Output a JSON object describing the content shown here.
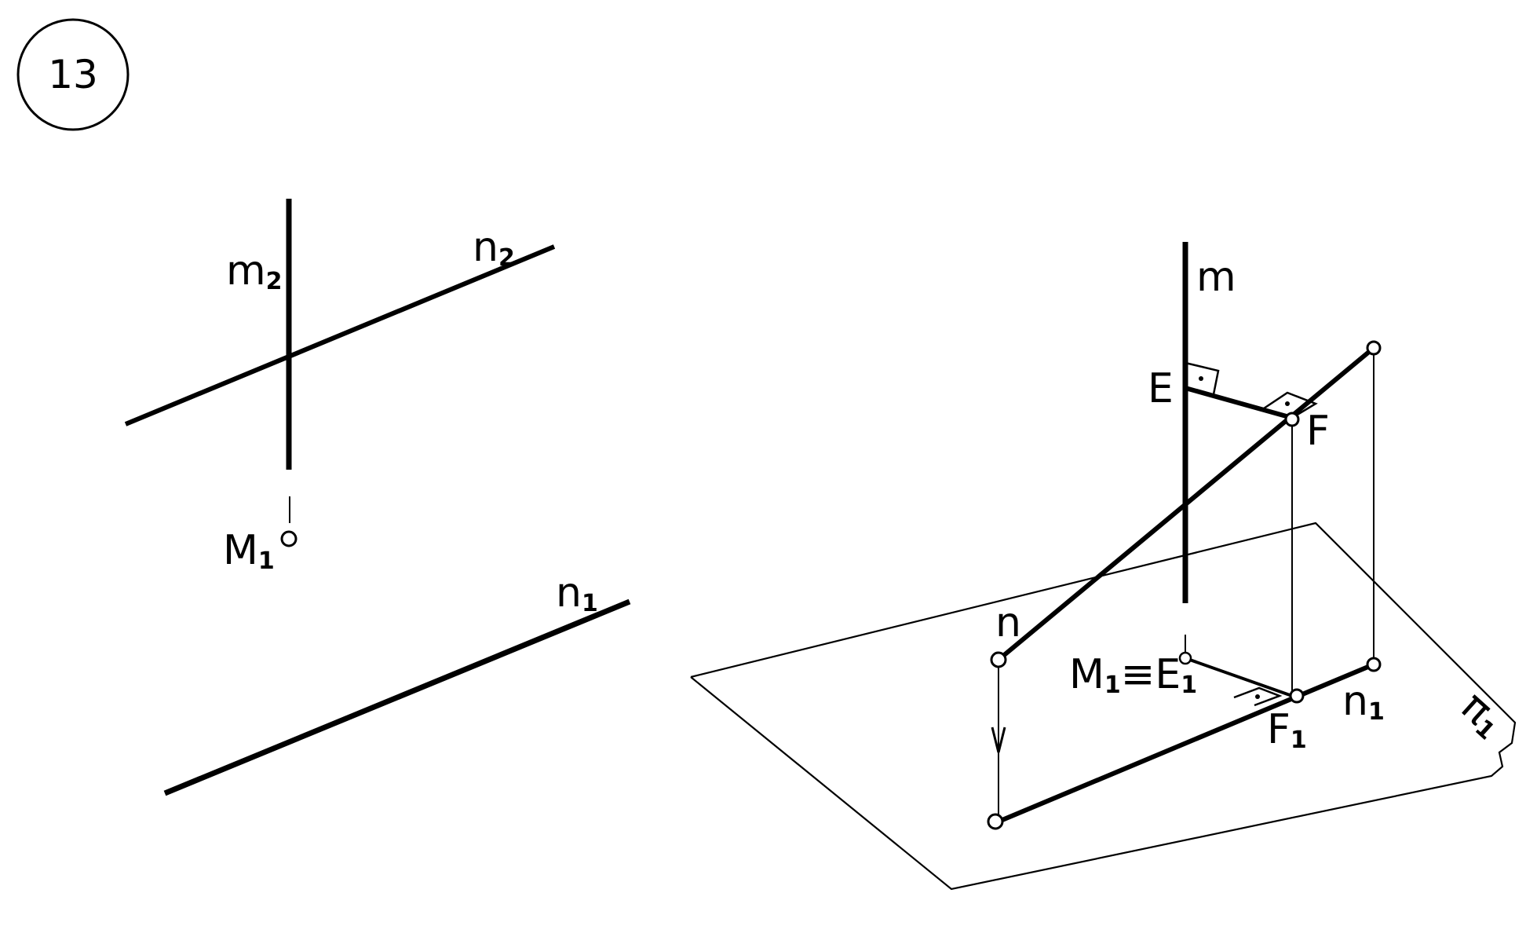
{
  "figure": {
    "number": "13"
  },
  "left_view": {
    "m2": {
      "letter": "m",
      "sub": "2"
    },
    "n2": {
      "letter": "n",
      "sub": "2"
    },
    "M1": {
      "letter": "M",
      "sub": "1"
    },
    "n1": {
      "letter": "n",
      "sub": "1"
    }
  },
  "right_view": {
    "m": "m",
    "E": "E",
    "F": "F",
    "n": "n",
    "M1E1": {
      "a": "M",
      "a_sub": "1",
      "eq": "≡",
      "b": "E",
      "b_sub": "1"
    },
    "F1": {
      "letter": "F",
      "sub": "1"
    },
    "n1": {
      "letter": "n",
      "sub": "1"
    },
    "plane": {
      "letter": "π",
      "sub": "1"
    }
  },
  "colors": {
    "ink": "#000000",
    "paper": "#ffffff"
  }
}
